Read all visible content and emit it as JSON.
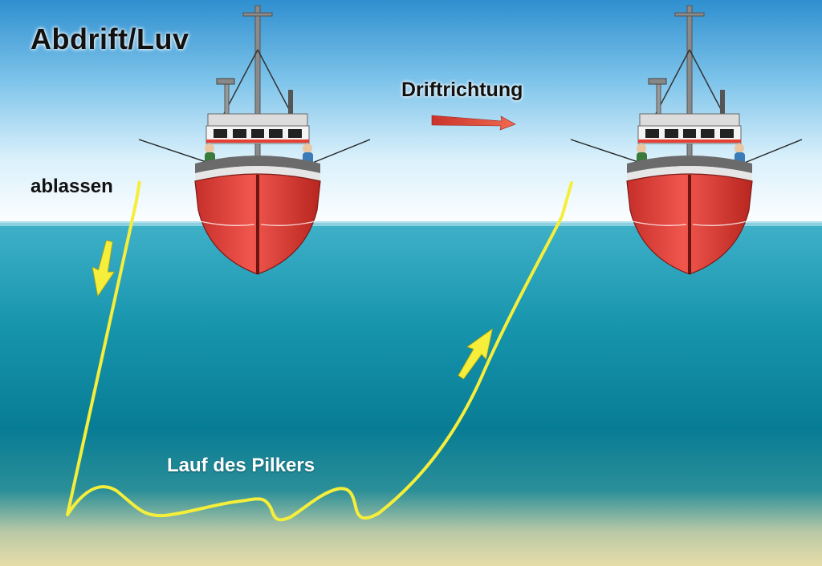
{
  "title": "Abdrift/Luv",
  "labels": {
    "drift_direction": "Driftrichtung",
    "lower": "ablassen",
    "jig_path": "Lauf des Pilkers"
  },
  "colors": {
    "sky_top": "#2f8fcf",
    "sky_bottom": "#ffffff",
    "water_surface": "#3fb1c9",
    "water_deep": "#087c95",
    "seabed": "#e6dca8",
    "hull_red": "#e8413a",
    "line_yellow": "#f5ee3a",
    "drift_arrow": "#e8483a"
  },
  "icons": {
    "boat": "fishing-boat-icon",
    "down_arrow": "arrow-down-icon",
    "up_arrow": "arrow-up-icon",
    "drift_arrow": "arrow-right-icon"
  }
}
